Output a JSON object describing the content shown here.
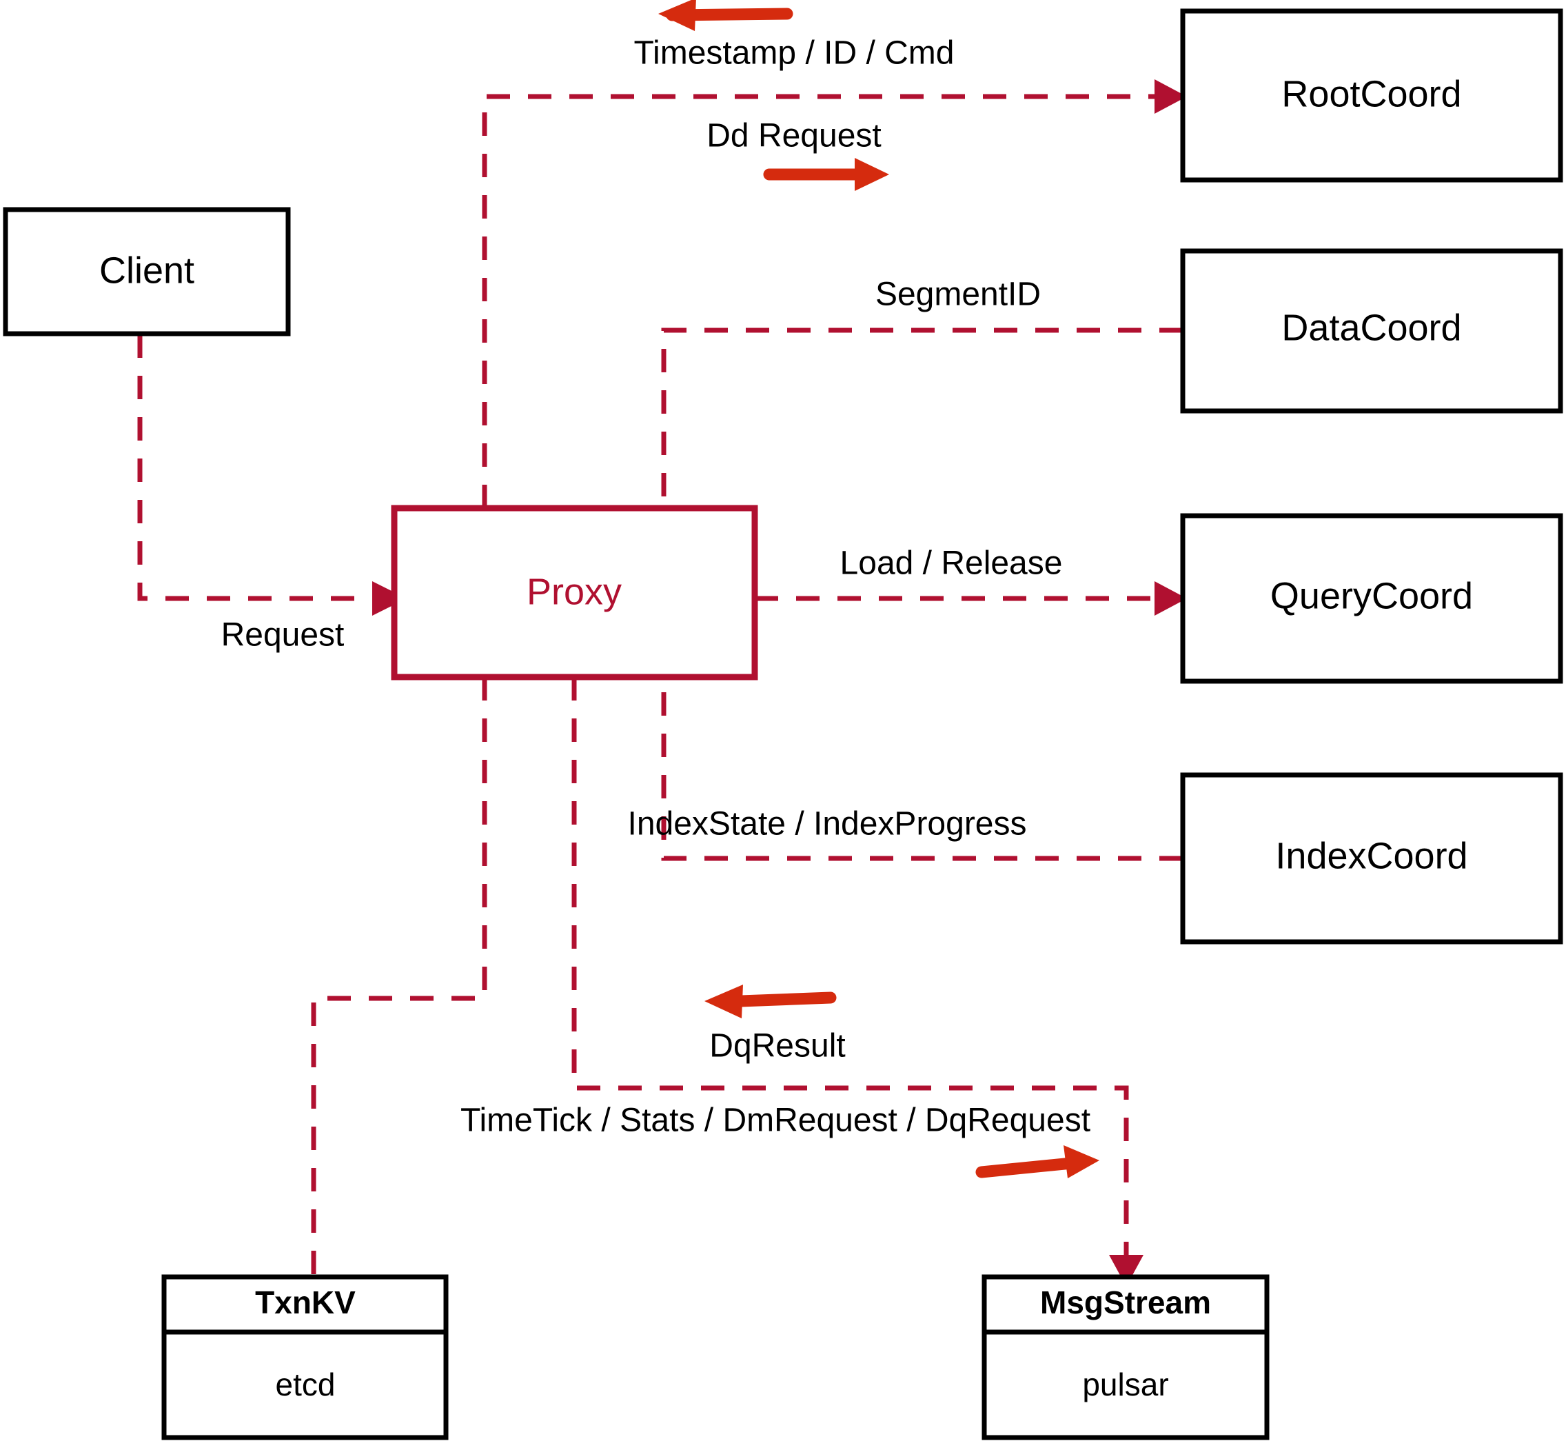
{
  "diagram": {
    "title": "Milvus Proxy interaction diagram",
    "accent_color": "#b01030",
    "arrow_color": "#d52b0e",
    "node_border_color": "#000000"
  },
  "nodes": {
    "client": {
      "label": "Client"
    },
    "proxy": {
      "label": "Proxy"
    },
    "root_coord": {
      "label": "RootCoord"
    },
    "data_coord": {
      "label": "DataCoord"
    },
    "query_coord": {
      "label": "QueryCoord"
    },
    "index_coord": {
      "label": "IndexCoord"
    },
    "txnkv": {
      "header": "TxnKV",
      "body": "etcd"
    },
    "msgstream": {
      "header": "MsgStream",
      "body": "pulsar"
    }
  },
  "edge_labels": {
    "timestamp_id_cmd": "Timestamp / ID / Cmd",
    "dd_request": "Dd Request",
    "segment_id": "SegmentID",
    "request": "Request",
    "load_release": "Load / Release",
    "index_state_progress": "IndexState / IndexProgress",
    "dq_result": "DqResult",
    "timetick_stats": "TimeTick / Stats / DmRequest / DqRequest"
  }
}
